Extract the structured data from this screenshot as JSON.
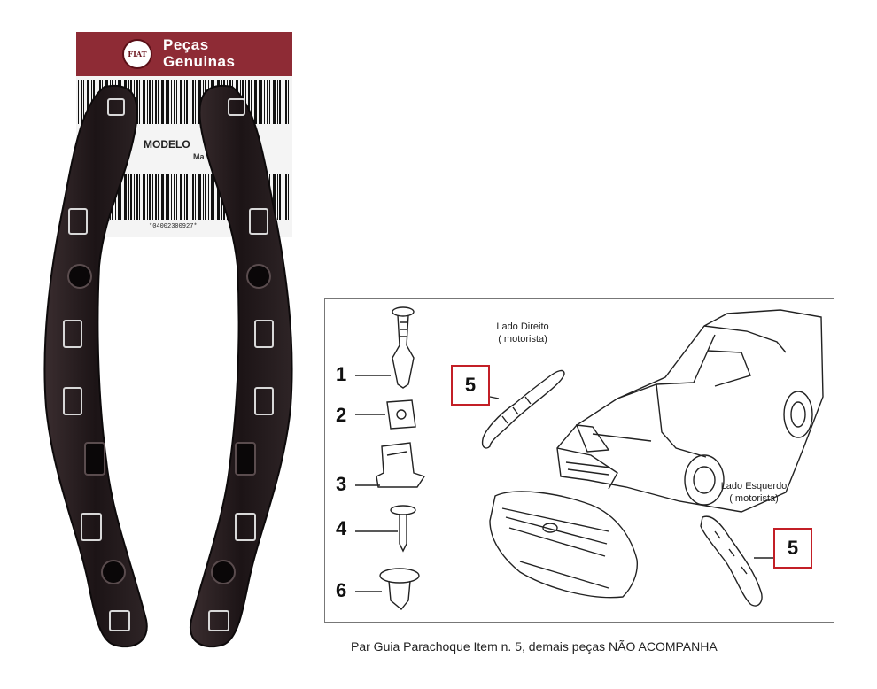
{
  "label": {
    "brand_line1": "Peças",
    "brand_line2": "Genuinas",
    "logo_text": "FIAT",
    "model_text": "MODELO",
    "model_sub": "Ma",
    "barcode_number": "*04002300927*"
  },
  "diagram": {
    "part_numbers": [
      "1",
      "2",
      "3",
      "4",
      "6"
    ],
    "callout_right": "5",
    "callout_left": "5",
    "label_right_line1": "Lado Direito",
    "label_right_line2": "( motorista)",
    "label_left_line1": "Lado Esquerdo",
    "label_left_line2": "( motorista)",
    "border_color": "#777777",
    "highlight_color": "#c31f26"
  },
  "caption": "Par Guia Parachoque Item n. 5, demais peças NÃO ACOMPANHA"
}
